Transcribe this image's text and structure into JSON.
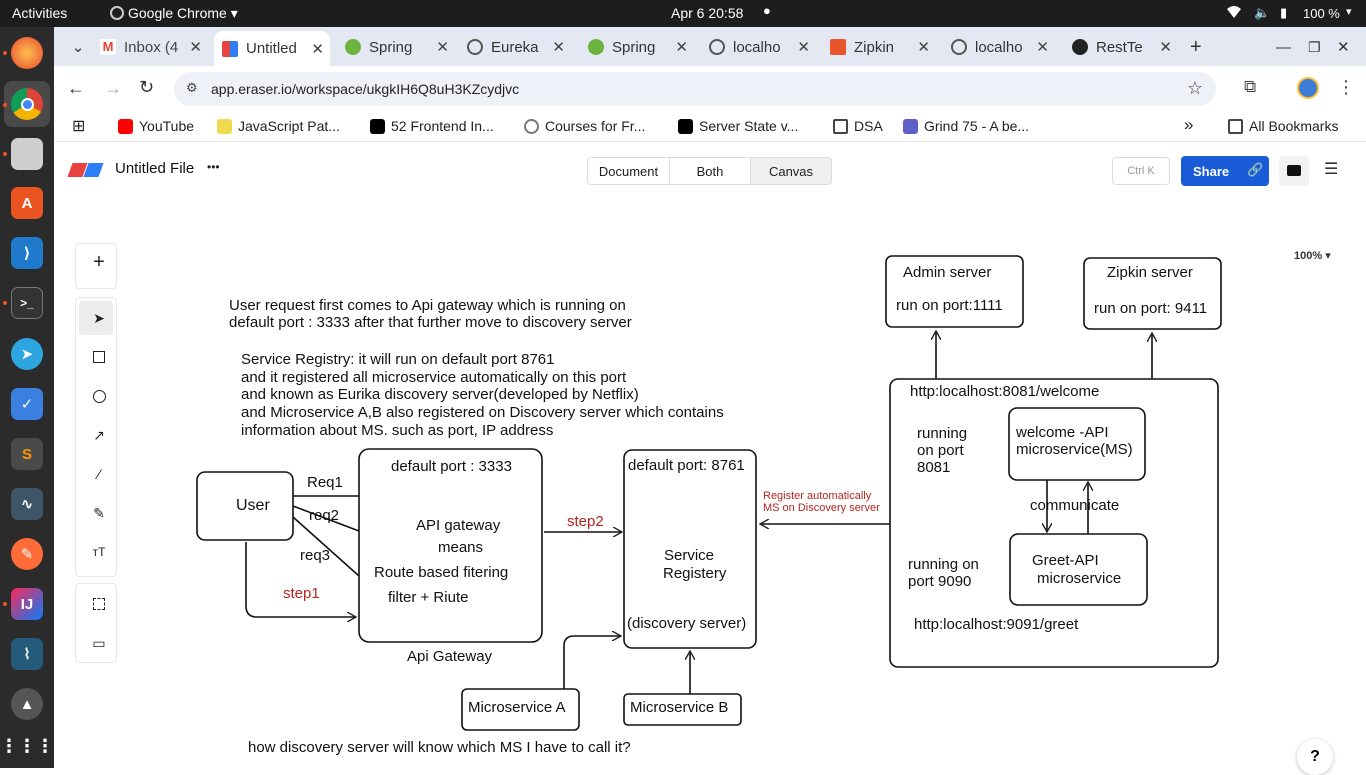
{
  "topbar": {
    "activities": "Activities",
    "app": "Google Chrome",
    "clock": "Apr 6  20:58",
    "battery": "100 %"
  },
  "tabs": [
    {
      "label": "Inbox (4",
      "icon": "gmail-icon"
    },
    {
      "label": "Untitled",
      "icon": "eraser-icon"
    },
    {
      "label": "Spring",
      "icon": "spring-icon"
    },
    {
      "label": "Eureka",
      "icon": "globe-icon"
    },
    {
      "label": "Spring",
      "icon": "spring-icon"
    },
    {
      "label": "localho",
      "icon": "globe-icon"
    },
    {
      "label": "Zipkin",
      "icon": "zipkin-icon"
    },
    {
      "label": "localho",
      "icon": "globe-icon"
    },
    {
      "label": "RestTe",
      "icon": "github-icon"
    }
  ],
  "address": {
    "url": "app.eraser.io/workspace/ukgkIH6Q8uH3KZcydjvc"
  },
  "bookmarks": [
    {
      "label": "YouTube"
    },
    {
      "label": "JavaScript Pat..."
    },
    {
      "label": "52 Frontend In..."
    },
    {
      "label": "Courses for Fr..."
    },
    {
      "label": "Server State v..."
    },
    {
      "label": "DSA"
    },
    {
      "label": "Grind 75 - A be..."
    }
  ],
  "bookmarks_more": "»",
  "all_bookmarks": "All Bookmarks",
  "file": {
    "title": "Untitled File",
    "more": "•••"
  },
  "view_modes": {
    "document": "Document",
    "both": "Both",
    "canvas": "Canvas"
  },
  "search_shortcut": "Ctrl K",
  "share_label": "Share",
  "zoom": "100%",
  "help": "?",
  "colors": {
    "accent": "#1a5cd8",
    "annotation_red": "#b3261e"
  },
  "diagram": {
    "intro_line1": "User request first comes to Api gateway which is running on",
    "intro_line2": "default port : 3333 after that further move to discovery server",
    "registry_line1": "Service Registry: it will run on default port 8761",
    "registry_line2": "and it registered all microservice automatically on this port",
    "registry_line3": "and known as Eurika discovery server(developed by Netflix)",
    "registry_line4": "and Microservice A,B also registered on Discovery server which contains",
    "registry_line5": "information about MS. such as port, IP address",
    "user": "User",
    "req1": "Req1",
    "req2": "req2",
    "req3": "req3",
    "step1": "step1",
    "gateway_port": "default port : 3333",
    "gateway_line1": "API gateway",
    "gateway_line2": "means",
    "gateway_line3": "Route based fitering",
    "gateway_line4": "filter + Riute",
    "gateway_caption": "Api Gateway",
    "step2": "step2",
    "registry_port": "default port: 8761",
    "registry_name1": "Service",
    "registry_name2": "Registery",
    "registry_name3": "(discovery server)",
    "ms_a": "Microservice A",
    "ms_b": "Microservice B",
    "register_note1": "Register automatically",
    "register_note2": "MS on Discovery server",
    "admin_title": "Admin server",
    "admin_port": "run on port:1111",
    "zipkin_title": "Zipkin server",
    "zipkin_port": "run on port: 9411",
    "welcome_url": "http:localhost:8081/welcome",
    "running1_a": "running",
    "running1_b": "on port",
    "running1_c": "8081",
    "welcome_ms1": "welcome -API",
    "welcome_ms2": "microservice(MS)",
    "communicate": "communicate",
    "running2_a": "running on",
    "running2_b": "port 9090",
    "greet_ms1": "Greet-API",
    "greet_ms2": "microservice",
    "greet_url": "http:localhost:9091/greet",
    "question": "how discovery server will know which MS I have to call it?"
  }
}
